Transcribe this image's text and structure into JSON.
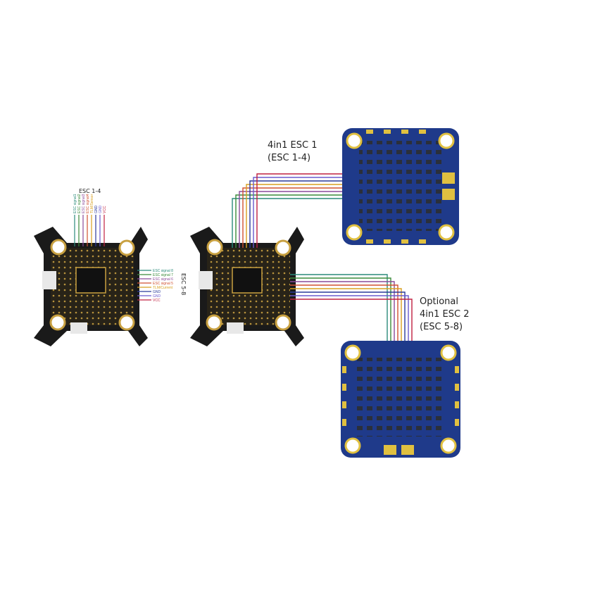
{
  "labels": {
    "fc1_header": "ESC 1-4",
    "fc1_side": "ESC 5-8",
    "esc1_line1": "4in1 ESC 1",
    "esc1_line2": "(ESC 1-4)",
    "esc2_line1": "Optional",
    "esc2_line2": "4in1 ESC 2",
    "esc2_line3": "(ESC 5-8)"
  },
  "fc1_top_pins": [
    "ESC signal1",
    "ESC signal2",
    "ESC signal3",
    "ESC signal4",
    "TLM/Sensor",
    "GND",
    "GND",
    "VCC"
  ],
  "fc1_right_pins": [
    "ESC signal 8",
    "ESC signal 7",
    "ESC signal 6",
    "ESC signal 5",
    "TLM/Current",
    "GND",
    "GND",
    "VCC"
  ],
  "colors": {
    "wires": [
      "#2a8a7a",
      "#3a8a3a",
      "#8a4a9a",
      "#d05030",
      "#d8a020",
      "#2a3a9a",
      "#6a5acd",
      "#c02040"
    ],
    "pcb_black": "#1a1a1a",
    "pcb_gold": "#c8a040",
    "esc_blue": "#1f3a8a",
    "esc_gold": "#e0c040"
  },
  "icons": {
    "fc": "flight-controller-board",
    "esc": "4in1-esc-board"
  }
}
